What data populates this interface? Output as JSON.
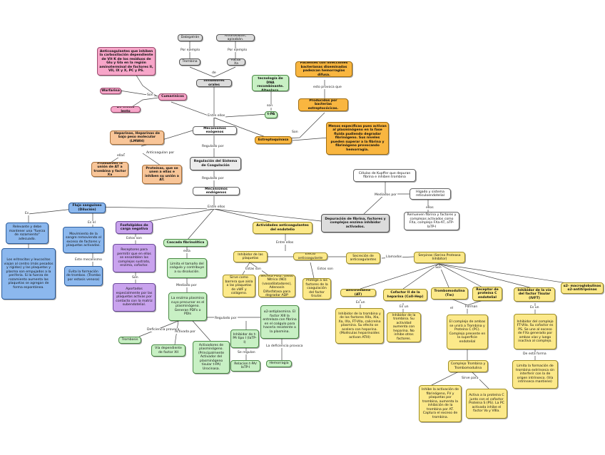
{
  "nodes": {
    "dabigatran": "Dabigatrán",
    "rivaroxaban": "Rivaroxabán, apixabán.",
    "trombina": "Trombina",
    "factor_xa": "Factor Xa",
    "inhibidores_orales": "Inhibidores orales",
    "cumarinicos_desc": "Anticoagulantes que inhiben la carboxilación dependiente de Vit K de los residuos de Glu y Gla en la región aminoterminal de factores II, VII, IX y X, PC y PS.",
    "warfarina": "Warfarina",
    "cumarinicos": "Cumarínicos",
    "efecto_lento": "De efecto lento",
    "tpa_desc": "Producidos por tecnología de DNA recombinante. Alteplasa.",
    "tpa": "t-PA",
    "infecciones": "Pacientes con infecciones bacterianas diseminadas padezcan hemorragias difusa.",
    "bacterias": "Producidos por bacterias estreptocócicas.",
    "estreptoquinasa": "Estreptoquinasa",
    "estrepto_desc": "Menos específicas pues activan al plasminógeno en la fase fluida pudiendo degradar fibrinógeno. Sus niveles pueden superar a la fibrina y fibrinógeno provocando hemorragia.",
    "heparinas": "Heparinas, Heparinas de bajo peso molecular (LMWH)",
    "heparinas_union": "Promueven la unión de AT a trombina y factor Xa",
    "proteinas_union": "Proteínas, que se unen a ellas e inhiben su unión a AT.",
    "mecanismos_exogenos": "Mecanismos exógenos",
    "regulacion": "Regulación del Sistema de Coagulación",
    "mecanismos_endogenos": "Mecanismos endógenos",
    "kupffer": "Células de Kupffer que depuran fibrina e inhiben trombina",
    "higado": "Hígado y sistema reticuloendotelial",
    "remueven": "Remueven fibrina y factores y complejos activados como FXa, complejo FXa-AT, aTP-IaTP-I",
    "depuracion": "Depuración de fibrina, factores y complejos enzima inhibidor activados.",
    "flujo": "Flujo sanguíneo (Dilución)",
    "flujo_desc": "Relevante y debe mantener una \"fuerza de rozamiento\" adecuado.",
    "eritrocitos": "Los eritrocitos y leucocitos viajan al centro (más pesados y rígidos) y las plaquetas y plasma son empujados a la periferia. Si la fuerza de rozamiento aumenta las plaquetas se agregan de forma espontánea.",
    "movimiento": "Movimiento de la sangre removiendo el exceso de factores y plaquetas activadas.",
    "trombos": "Evita la formación de trombos. (Trombo por estasis venosa)",
    "fosfolipidos": "Fosfolípidos de carga negativa",
    "receptores": "Receptores para permitir que en ellos se ensamblen los complejos sustrato, enzima, cofactor.",
    "aportados": "Aportados especialmente por las plaquetas activas por contacto con la matriz subendotelial.",
    "cascada": "Cascada fibrinolítica",
    "limita": "Limita el tamaño del coágulo y contribuye a su disolución.",
    "enzima": "La enzima plasmina cuyo precursor es el plasminógeno. Generan PDFs o PDIs",
    "trombosis": "Trombosis",
    "def_xii": "Vía dependiente de factor XII",
    "activadores": "Activadores de plasminógeno. (Principalmente Activador del plasminógeno tisular t-PA) Urocinasa.",
    "inhibidor_tpa": "Inhibidor de t-PA tipo I (IaTP-I)",
    "alfa2": "α2-antiplasmina. El factor XIII la entrelaza con fibrina en el coágulo para hacerla resistente a la plasmina.",
    "relacion": "Relacion t-PA/ IaTP-I",
    "hemorragia": "Hemorragia",
    "actividades": "Actividades anticoagulantes del endotelio",
    "inhibidor_plaq": "Inhibidor de las plaquetas",
    "sirve": "Sirve como barrera que aísla a las plaquetas de vWF y colágeno.",
    "secreta": "Secreta PGI2, Óxido Nítrico (NO) (vasodilatadores), Adenosín Difosfatasa para degradar ADP",
    "efecto_anticoag": "Efecto anticoagulante",
    "protege": "Protege a los factores de la coagulación del factor tisular.",
    "secrecion": "Secreción de anticoagulantes",
    "serpinas": "Serpinas (Serina Proteasa Inhibitor)",
    "antitrombina": "Antitrombina (AT)",
    "at_desc": "Inhibidor de la trombina y de los factores XIIa, XIa, Xa, IXa, FT-VIIa, calicreína plasmina. Su efecto se acelera con heparina. (Moléculas heparinoides activan ATIII)",
    "cofactor": "Cofactor II de la heparina (CoII-Hep)",
    "cofactor_desc": "Inhibidor de la trombina. Su actividad aumenta con heparina. No inhibe otros factores.",
    "trombomodulina": "Trombomodulina (Tm)",
    "receptor_pc": "Receptor de proteína C endotelial",
    "complejo_desc": "El complejo de ambas se unirá a Trombina y Proteína C (PC). Complejo presente en la superficie endotelial",
    "complejo_tm": "Complejo Trombina y Trombomodulina",
    "inhibe_fibrinogeno": "Inhibe la activación de fibrinógeno, FV y plaquetas por trombina, aumenta la inhibición de la trombina por AT. Captura el exceso de trombina.",
    "activa_pc": "Activa a la proteína C junto con el cofactor Proteína S (PS). La PC activada inhibe el factor Va y VIIIa.",
    "tfpi": "Inhibidor de la vía del factor Tisular (IVFT)",
    "tfpi_desc": "Inhibidor del complejo FT-VIIa. Su cofactor es PS. Se une al exceso de FXa generado por ambas vías y luego inactiva al complejo.",
    "tfpi_limita": "Limita la formación de trombina extrínseca sin interferir con la de origen intrínseco. (Vía intrínseca mantiene)",
    "alfa2_macro": "α2- macroglobulinas α2-antitripsinas"
  },
  "labels": {
    "por_ejemplo_1": "Por ejemplo",
    "por_ejemplo_2": "Por ejemplo",
    "de": "de",
    "son_1": "Son",
    "son_2": "Son",
    "son_3": "son",
    "esto_provoca": "esto provoca que",
    "entre_ellos_1": "Entre ellos",
    "entre_ellos_2": "Entre ellos",
    "entre_ellos_3": "Entre ellos",
    "ellas": "ellas",
    "anticoagulan": "Anticoagulan por",
    "regulado_1": "Regulado por",
    "regulado_2": "Regulado por",
    "regulado_3": "Regulado por",
    "mediados": "Mediados por",
    "ellos": "ellos",
    "es_1": "Es",
    "es_el": "Es el",
    "este_mecanismo": "Este mecanismo",
    "estos_son_1": "Estos son",
    "son_4": "Son",
    "esta": "esta",
    "mediado_por": "Mediado por",
    "deficiencia_1": "Deficiencia provoca",
    "activada_por": "Activada por",
    "se_regulan": "Se regulan",
    "deficiencia_2": "La deficiencia provoca",
    "entre_ellos_4": "Entre ellos",
    "estos_son_2": "Estos son",
    "estas_son": "Estas son",
    "llamados": "Llamados",
    "son_5": "Son",
    "es_un_1": "Es un",
    "es_un_2": "Es un",
    "el": "el",
    "forman": "Forman",
    "sirve_para": "Sirve para",
    "es_un_3": "Es un",
    "de_esta_forma": "De esta forma"
  }
}
